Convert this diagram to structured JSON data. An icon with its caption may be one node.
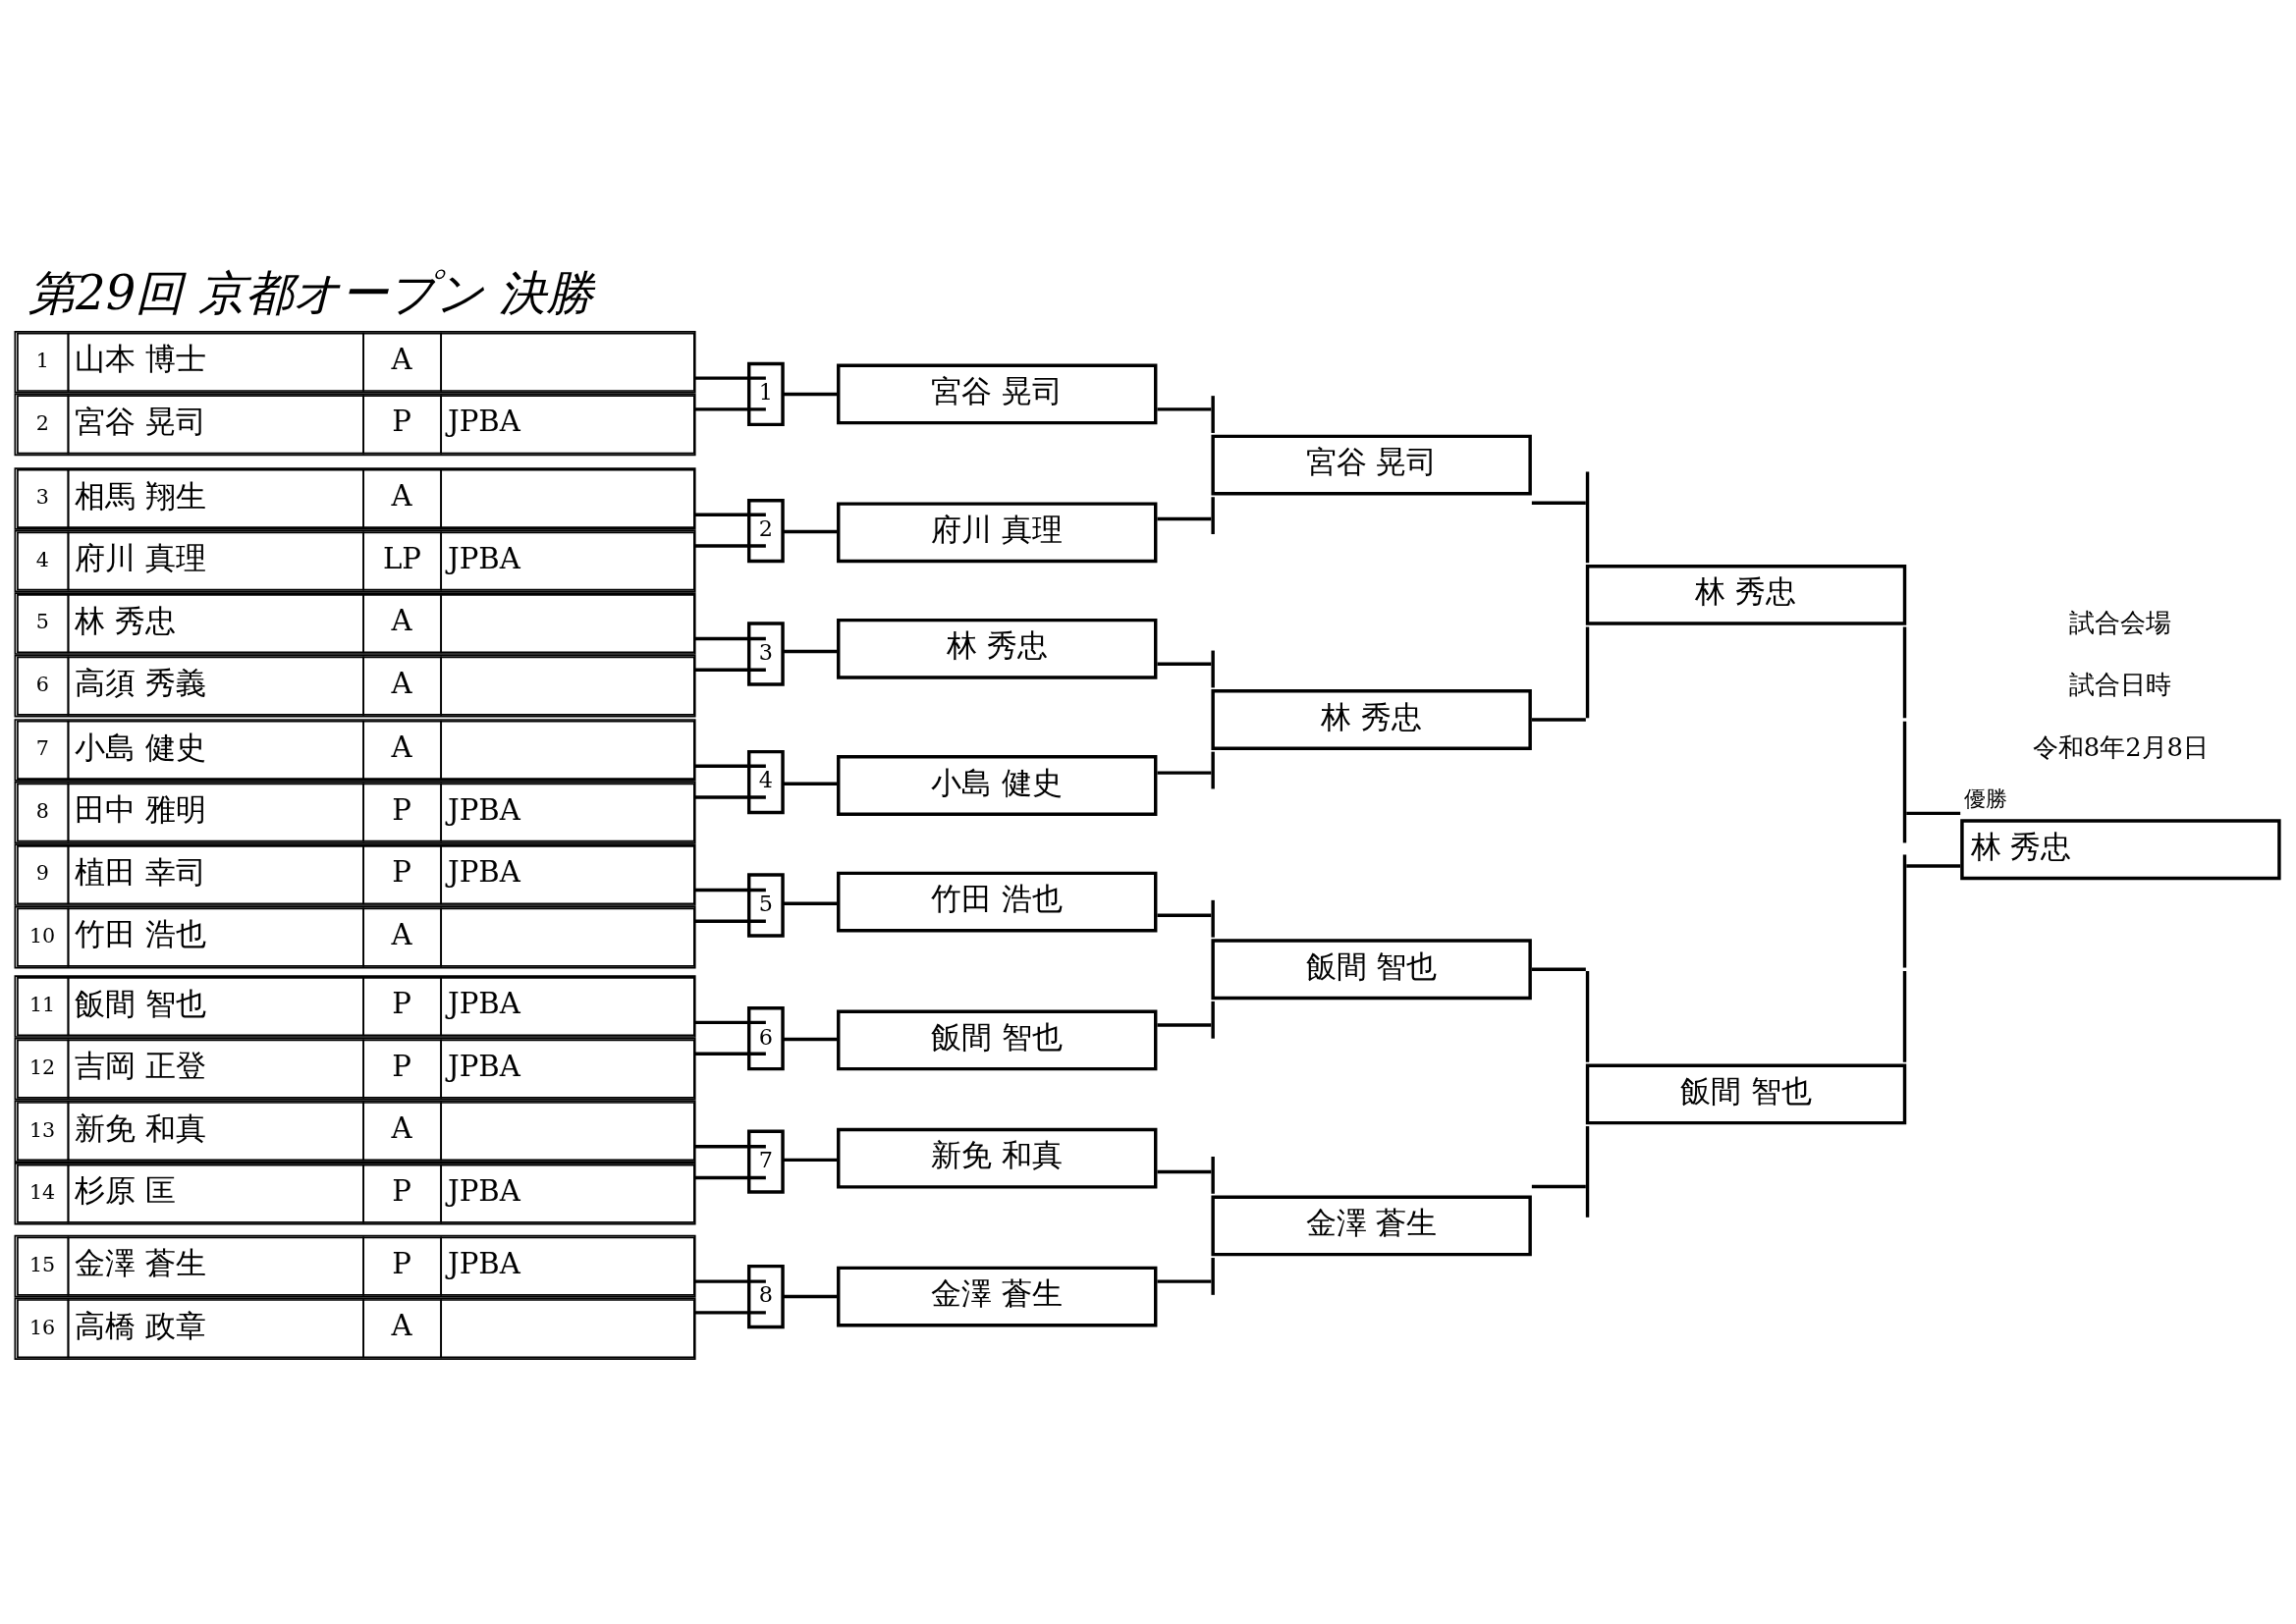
{
  "diagram": {
    "title": "第29回 京都オープン 決勝",
    "nodes": [
      {
        "text": [
          "1",
          "山本 博士",
          "A"
        ]
      },
      {
        "text": [
          "2",
          "宮谷 晃司",
          "P",
          "JPBA"
        ]
      },
      {
        "text": [
          "3",
          "相馬 翔生",
          "A"
        ]
      },
      {
        "text": [
          "4",
          "府川 真理",
          "LP",
          "JPBA"
        ]
      },
      {
        "text": [
          "5",
          "林 秀忠",
          "A"
        ]
      },
      {
        "text": [
          "6",
          "高須 秀義",
          "A"
        ]
      },
      {
        "text": [
          "7",
          "小島 健史",
          "A"
        ]
      },
      {
        "text": [
          "8",
          "田中 雅明",
          "P",
          "JPBA"
        ]
      },
      {
        "text": [
          "9",
          "植田 幸司",
          "P",
          "JPBA"
        ]
      },
      {
        "text": [
          "10",
          "竹田 浩也",
          "A"
        ]
      },
      {
        "text": [
          "11",
          "飯間 智也",
          "P",
          "JPBA"
        ]
      },
      {
        "text": [
          "12",
          "吉岡 正登",
          "P",
          "JPBA"
        ]
      },
      {
        "text": [
          "13",
          "新免 和真",
          "A"
        ]
      },
      {
        "text": [
          "14",
          "杉原 匡",
          "P",
          "JPBA"
        ]
      },
      {
        "text": [
          "15",
          "金澤 蒼生",
          "P",
          "JPBA"
        ]
      },
      {
        "text": [
          "16",
          "高橋 政章",
          "A"
        ]
      },
      {
        "text": [
          "1"
        ]
      },
      {
        "text": [
          "2"
        ]
      },
      {
        "text": [
          "3"
        ]
      },
      {
        "text": [
          "4"
        ]
      },
      {
        "text": [
          "5"
        ]
      },
      {
        "text": [
          "6"
        ]
      },
      {
        "text": [
          "7"
        ]
      },
      {
        "text": [
          "8"
        ]
      },
      {
        "text": [
          "宮谷 晃司"
        ]
      },
      {
        "text": [
          "府川 真理"
        ]
      },
      {
        "text": [
          "林 秀忠"
        ]
      },
      {
        "text": [
          "小島 健史"
        ]
      },
      {
        "text": [
          "竹田 浩也"
        ]
      },
      {
        "text": [
          "飯間 智也"
        ]
      },
      {
        "text": [
          "新免 和真"
        ]
      },
      {
        "text": [
          "金澤 蒼生"
        ]
      },
      {
        "text": [
          "宮谷 晃司"
        ]
      },
      {
        "text": [
          "林 秀忠"
        ]
      },
      {
        "text": [
          "飯間 智也"
        ]
      },
      {
        "text": [
          "金澤 蒼生"
        ]
      },
      {
        "text": [
          "林 秀忠"
        ]
      },
      {
        "text": [
          "飯間 智也"
        ]
      },
      {
        "text": [
          "林 秀忠"
        ],
        "beside": [
          "優勝"
        ]
      }
    ],
    "edges": [
      {
        "from": 0,
        "to": 16,
        "arrow": "none"
      },
      {
        "from": 1,
        "to": 16,
        "arrow": "none"
      },
      {
        "from": 2,
        "to": 17,
        "arrow": "none"
      },
      {
        "from": 3,
        "to": 17,
        "arrow": "none"
      },
      {
        "from": 4,
        "to": 18,
        "arrow": "none"
      },
      {
        "from": 5,
        "to": 18,
        "arrow": "none"
      },
      {
        "from": 6,
        "to": 19,
        "arrow": "none"
      },
      {
        "from": 7,
        "to": 19,
        "arrow": "none"
      },
      {
        "from": 8,
        "to": 20,
        "arrow": "none"
      },
      {
        "from": 9,
        "to": 20,
        "arrow": "none"
      },
      {
        "from": 10,
        "to": 21,
        "arrow": "none"
      },
      {
        "from": 11,
        "to": 21,
        "arrow": "none"
      },
      {
        "from": 12,
        "to": 22,
        "arrow": "none"
      },
      {
        "from": 13,
        "to": 22,
        "arrow": "none"
      },
      {
        "from": 14,
        "to": 23,
        "arrow": "none"
      },
      {
        "from": 15,
        "to": 23,
        "arrow": "none"
      },
      {
        "from": 16,
        "to": 24,
        "arrow": "none"
      },
      {
        "from": 17,
        "to": 25,
        "arrow": "none"
      },
      {
        "from": 18,
        "to": 26,
        "arrow": "none"
      },
      {
        "from": 19,
        "to": 27,
        "arrow": "none"
      },
      {
        "from": 20,
        "to": 28,
        "arrow": "none"
      },
      {
        "from": 21,
        "to": 29,
        "arrow": "none"
      },
      {
        "from": 22,
        "to": 30,
        "arrow": "none"
      },
      {
        "from": 23,
        "to": 31,
        "arrow": "none"
      },
      {
        "from": 24,
        "to": 32,
        "arrow": "none"
      },
      {
        "from": 25,
        "to": 32,
        "arrow": "none"
      },
      {
        "from": 26,
        "to": 33,
        "arrow": "none"
      },
      {
        "from": 27,
        "to": 33,
        "arrow": "none"
      },
      {
        "from": 28,
        "to": 34,
        "arrow": "none"
      },
      {
        "from": 29,
        "to": 34,
        "arrow": "none"
      },
      {
        "from": 30,
        "to": 35,
        "arrow": "none"
      },
      {
        "from": 31,
        "to": 35,
        "arrow": "none"
      },
      {
        "from": 32,
        "to": 36,
        "arrow": "none"
      },
      {
        "from": 33,
        "to": 36,
        "arrow": "none"
      },
      {
        "from": 34,
        "to": 37,
        "arrow": "none"
      },
      {
        "from": 35,
        "to": 37,
        "arrow": "none"
      },
      {
        "from": 36,
        "to": 38,
        "arrow": "none"
      },
      {
        "from": 37,
        "to": 38,
        "arrow": "none"
      }
    ],
    "labels": [
      "試合会場",
      "試合日時",
      "令和8年2月8日"
    ]
  }
}
